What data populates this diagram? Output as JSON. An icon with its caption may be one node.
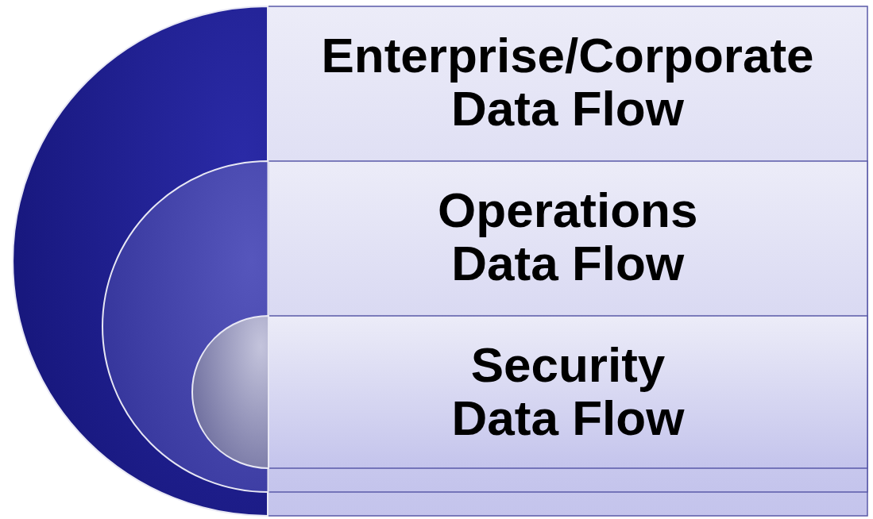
{
  "diagram": {
    "nodes": [
      {
        "text": [
          "Enterprise/Corporate Data Flow"
        ]
      },
      {
        "text": [
          "Operations Data Flow"
        ],
        "in": 0
      },
      {
        "text": [
          "Security Data Flow"
        ],
        "in": 1
      }
    ]
  }
}
